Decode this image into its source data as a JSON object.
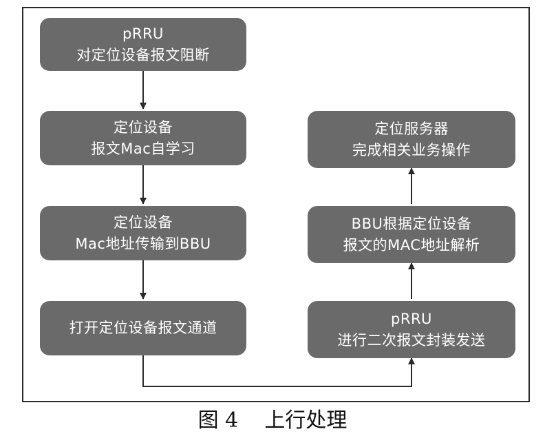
{
  "diagram": {
    "nodes": {
      "left1": {
        "line1": "pRRU",
        "line2": "对定位设备报文阻断"
      },
      "left2": {
        "line1": "定位设备",
        "line2": "报文Mac自学习"
      },
      "left3": {
        "line1": "定位设备",
        "line2": "Mac地址传输到BBU"
      },
      "left4": {
        "line1": "打开定位设备报文通道"
      },
      "right1": {
        "line1": "定位服务器",
        "line2": "完成相关业务操作"
      },
      "right2": {
        "line1": "BBU根据定位设备",
        "line2": "报文的MAC地址解析"
      },
      "right3": {
        "line1": "pRRU",
        "line2": "进行二次报文封装发送"
      }
    },
    "colors": {
      "node_fill": "#6a6a6a",
      "node_text": "#ffffff",
      "connector": "#2a2a2a",
      "frame": "#2a2a2a"
    }
  },
  "caption": {
    "figure_number": "图 4",
    "title": "上行处理"
  }
}
